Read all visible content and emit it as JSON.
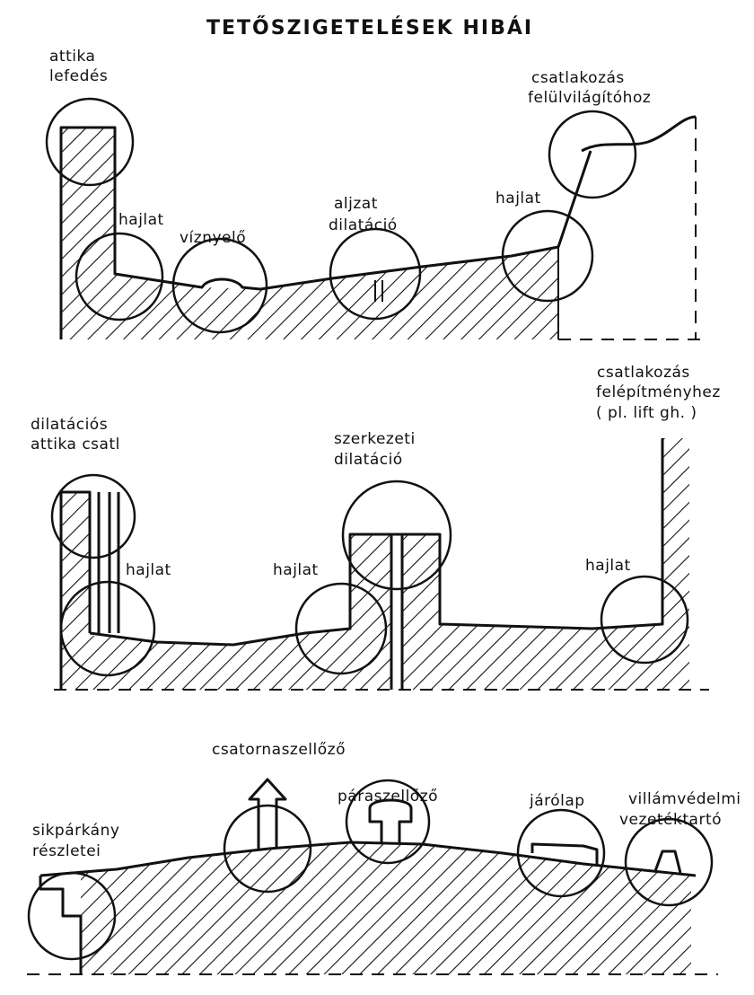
{
  "title": "TETŐSZIGETELÉSEK HIBÁI",
  "panel1": {
    "attika_line1": "attika",
    "attika_line2": "lefedés",
    "hajlat_left": "hajlat",
    "vizvezeto": "víznyelő",
    "aljzat_line1": "aljzat",
    "aljzat_line2": "dilatáció",
    "hajlat_right": "hajlat",
    "csatlakozas_line1": "csatlakozás",
    "csatlakozas_line2": "felülvilágítóhoz"
  },
  "panel2": {
    "dilat_line1": "dilatációs",
    "dilat_line2": "attika csatl",
    "hajlat_left": "hajlat",
    "hajlat_mid": "hajlat",
    "szerk_line1": "szerkezeti",
    "szerk_line2": "dilatáció",
    "hajlat_right": "hajlat",
    "csatl_line1": "csatlakozás",
    "csatl_line2": "felépítményhez",
    "csatl_line3": "( pl. lift gh. )"
  },
  "panel3": {
    "csatorna": "csatornaszellőző",
    "para": "páraszellőző",
    "sik_line1": "sikpárkány",
    "sik_line2": "részletei",
    "jarolap": "járólap",
    "villam_line1": "villámvédelmi",
    "villam_line2": "vezetéktartó"
  }
}
